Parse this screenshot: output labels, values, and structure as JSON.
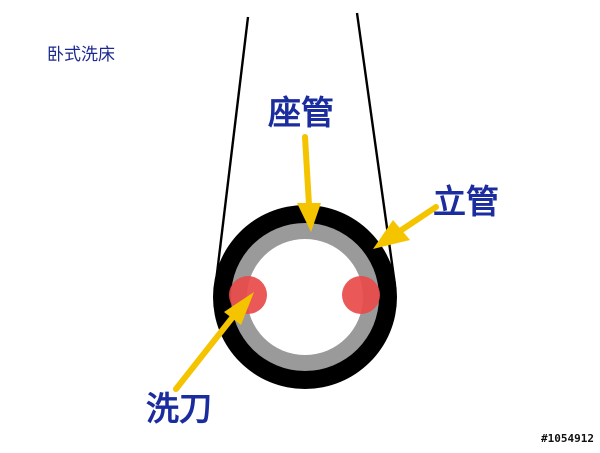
{
  "title": "卧式洗床",
  "labels": {
    "seat_tube": "座管",
    "standpipe": "立管",
    "cutter": "洗刀"
  },
  "watermark": "#1054912",
  "colors": {
    "outer_ring": "#000000",
    "middle_ring": "#9a9a9a",
    "cutter_dot": "#e84a4a",
    "arrow": "#f5c400",
    "label_text": "#1b2c9e"
  }
}
